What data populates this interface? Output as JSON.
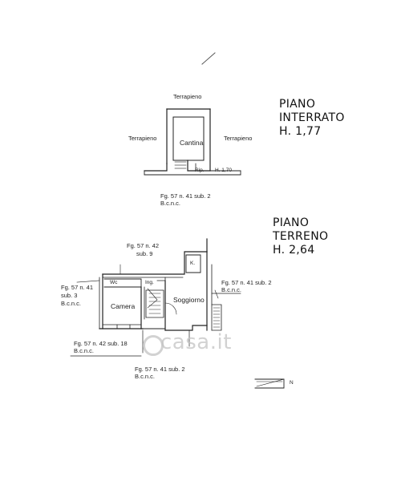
{
  "watermark": "casa.it",
  "basement": {
    "heading_line1": "PIANO",
    "heading_line2": "INTERRATO",
    "heading_line3": "H. 1,77",
    "label_top": "Terrapieno",
    "label_left": "Terrapieno",
    "label_right": "Terrapieno",
    "room": "Cantina",
    "rip": "Rip.",
    "height_note": "H. 1,70",
    "cadastral_line1": "Fg. 57 n. 41 sub. 2",
    "cadastral_line2": "B.c.n.c."
  },
  "ground": {
    "heading_line1": "PIANO",
    "heading_line2": "TERRENO",
    "heading_line3": "H. 2,64",
    "top_line1": "Fg. 57 n. 42",
    "top_line2": "sub. 9",
    "left_line1": "Fg. 57 n. 41",
    "left_line2": "sub. 3",
    "left_line3": "B.c.n.c.",
    "right_line1": "Fg. 57 n. 41 sub. 2",
    "right_line2": "B.c.n.c.",
    "mid_line1": "Fg. 57 n. 42 sub. 18",
    "mid_line2": "B.c.n.c.",
    "bottom_line1": "Fg. 57 n. 41 sub. 2",
    "bottom_line2": "B.c.n.c.",
    "room_wc": "Wc",
    "room_ing": "Ing.",
    "room_camera": "Camera",
    "room_soggiorno": "Soggiorno",
    "room_k": "K."
  },
  "north": "N"
}
